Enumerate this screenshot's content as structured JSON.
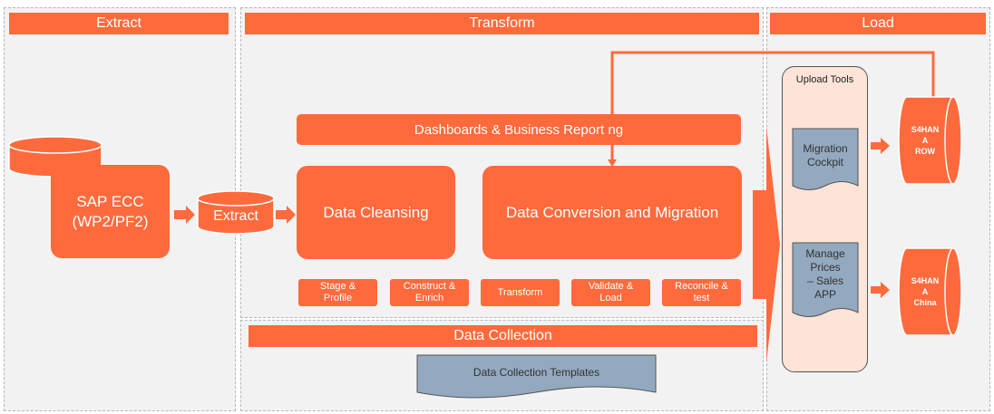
{
  "extract": {
    "header": "Extract",
    "sap_ecc_line1": "SAP ECC",
    "sap_ecc_line2": "(WP2/PF2)",
    "extract_db": "Extract"
  },
  "transform": {
    "header": "Transform",
    "dashboards": "Dashboards & Business Report ng",
    "data_cleansing": "Data Cleansing",
    "data_conversion": "Data Conversion and Migration",
    "steps": [
      {
        "line1": "Stage &",
        "line2": "Profile"
      },
      {
        "line1": "Construct &",
        "line2": "Enrich"
      },
      {
        "line1": "Transform",
        "line2": ""
      },
      {
        "line1": "Validate &",
        "line2": "Load"
      },
      {
        "line1": "Reconcile &",
        "line2": "test"
      }
    ]
  },
  "data_collection": {
    "header": "Data Collection",
    "templates": "Data Collection Templates"
  },
  "load": {
    "header": "Load",
    "upload_tools": "Upload Tools",
    "migration_cockpit_1": "Migration",
    "migration_cockpit_2": "Cockpit",
    "manage_prices_1": "Manage",
    "manage_prices_2": "Prices",
    "manage_prices_3": "– Sales",
    "manage_prices_4": "APP",
    "s4_row_1": "S4HAN",
    "s4_row_2": "A",
    "s4_row_3": "ROW",
    "s4_china_1": "S4HAN",
    "s4_china_2": "A",
    "s4_china_3": "China"
  },
  "colors": {
    "accent": "#ff6a3d",
    "panel": "#f2f2f2",
    "doc": "#93a9bf",
    "upload_bg": "#fde3d8"
  }
}
